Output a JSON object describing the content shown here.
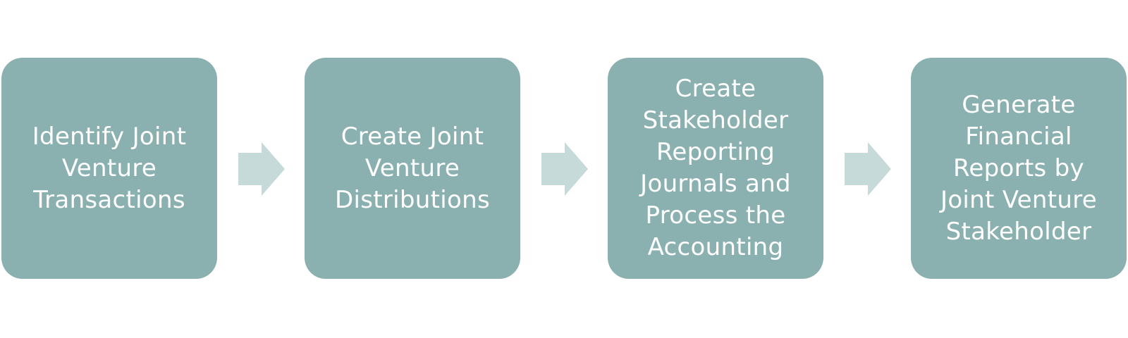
{
  "colors": {
    "box_fill": "#8AB1B0",
    "arrow_fill": "#C6DAD9",
    "label_text": "#FFFFFF",
    "background": "#FFFFFF"
  },
  "steps": [
    {
      "label": "Identify Joint\nVenture\nTransactions"
    },
    {
      "label": "Create Joint\nVenture\nDistributions"
    },
    {
      "label": "Create\nStakeholder\nReporting\nJournals and\nProcess the\nAccounting"
    },
    {
      "label": "Generate\nFinancial\nReports by\nJoint Venture\nStakeholder"
    }
  ],
  "connectors": [
    {
      "icon": "right-arrow-icon"
    },
    {
      "icon": "right-arrow-icon"
    },
    {
      "icon": "right-arrow-icon"
    }
  ]
}
